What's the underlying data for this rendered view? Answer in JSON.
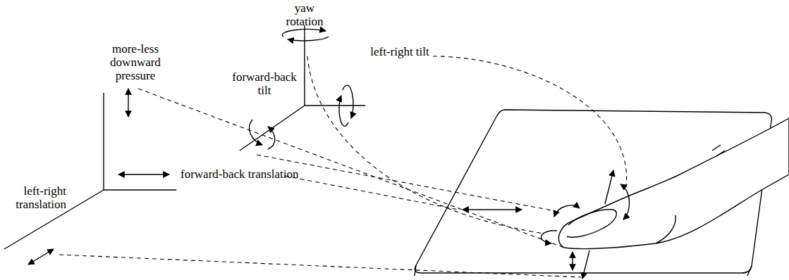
{
  "diagram": {
    "labels": [
      "yaw rotation",
      "left-right tilt",
      "forward-back tilt",
      "more-less downward pressure",
      "left-right translation",
      "forward-back translation"
    ]
  }
}
